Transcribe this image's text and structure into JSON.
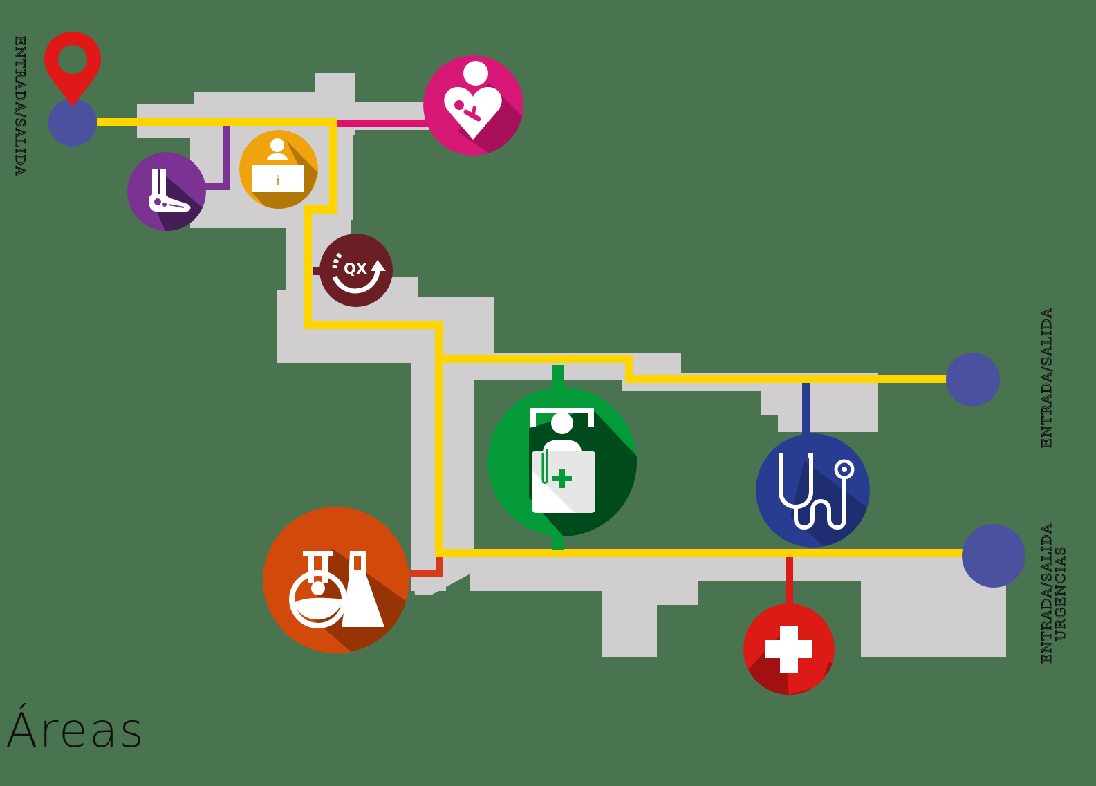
{
  "title": "Áreas",
  "colors": {
    "background": "#4a7350",
    "building": "#d0cece",
    "main_path": "#ffd500",
    "entrance_node": "#4a52a0",
    "pin": "#e01818"
  },
  "entrances": [
    {
      "id": "entrance-main",
      "label": "ENTRADA/SALIDA",
      "orientation": "top-to-bottom"
    },
    {
      "id": "entrance-east",
      "label": "ENTRADA/SALIDA",
      "orientation": "bottom-to-top"
    },
    {
      "id": "entrance-emergency",
      "label_line1": "ENTRADA/SALIDA",
      "label_line2": "URGENCIAS",
      "orientation": "bottom-to-top"
    }
  ],
  "location_pin": {
    "icon": "map-pin-icon",
    "at": "entrance-main"
  },
  "areas": [
    {
      "id": "maternity",
      "icon": "mother-baby-heart-icon",
      "color": "#d81877",
      "connector_color": "#e0106f"
    },
    {
      "id": "orthopedics",
      "icon": "foot-bones-icon",
      "color": "#7b3393",
      "connector_color": "#7b3393"
    },
    {
      "id": "information",
      "icon": "information-desk-icon",
      "color": "#f0a30f",
      "glyph": "i"
    },
    {
      "id": "surgery",
      "icon": "surgery-qx-icon",
      "color": "#6b1e24",
      "connector_color": "#6b1e24",
      "glyph": "QX"
    },
    {
      "id": "hospitalization",
      "icon": "patient-bed-icon",
      "color": "#049a3a",
      "connector_color": "#049a3a"
    },
    {
      "id": "consultation",
      "icon": "stethoscope-icon",
      "color": "#283c92",
      "connector_color": "#283c92"
    },
    {
      "id": "laboratory",
      "icon": "laboratory-flasks-icon",
      "color": "#d2490c",
      "connector_color": "#d63a1c"
    },
    {
      "id": "emergency",
      "icon": "medical-cross-icon",
      "color": "#dc1a16",
      "connector_color": "#dc1a16"
    }
  ]
}
